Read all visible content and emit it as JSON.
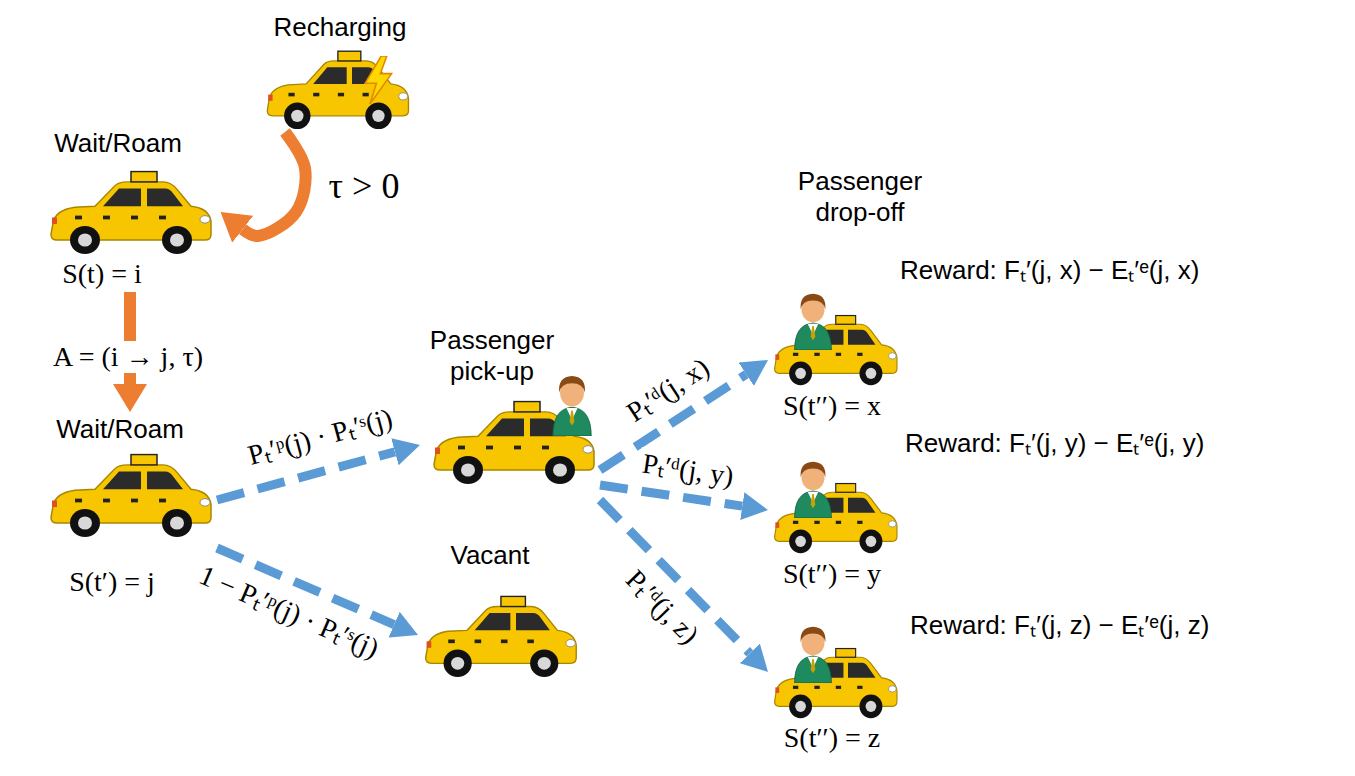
{
  "diagram": {
    "nodes": [
      {
        "text": [
          "Recharging"
        ]
      },
      {
        "text": [
          "Wait/Roam",
          "S(t) = i"
        ]
      },
      {
        "text": [
          "Wait/Roam",
          "S(t′) = j"
        ]
      },
      {
        "text": [
          "Passenger pick-up"
        ]
      },
      {
        "text": [
          "Vacant"
        ]
      },
      {
        "text": [
          "Passenger drop-off",
          "Reward: Fₜ′(j, x) − Eₜ′ᵉ(j, x)",
          "S(t′′) = x"
        ]
      },
      {
        "text": [
          "Reward: Fₜ′(j, y) − Eₜ′ᵉ(j, y)",
          "S(t′′) = y"
        ]
      },
      {
        "text": [
          "Reward: Fₜ′(j, z) − Eₜ′ᵉ(j, z)",
          "S(t′′) = z"
        ]
      }
    ],
    "edges": [
      {
        "from": 0,
        "to": 1,
        "arrow": "to",
        "label": "τ > 0"
      },
      {
        "from": 1,
        "to": 2,
        "arrow": "to",
        "label": "A = (i → j, τ)"
      },
      {
        "from": 2,
        "to": 3,
        "arrow": "to",
        "label": "Pₜ′ᵖ(j) · Pₜ′ˢ(j)"
      },
      {
        "from": 2,
        "to": 4,
        "arrow": "to",
        "label": "1 − Pₜ′ᵖ(j) · Pₜ′ˢ(j)"
      },
      {
        "from": 3,
        "to": 5,
        "arrow": "to",
        "label": "Pₜ′ᵈ(j, x)"
      },
      {
        "from": 3,
        "to": 6,
        "arrow": "to",
        "label": "Pₜ′ᵈ(j, y)"
      },
      {
        "from": 3,
        "to": 7,
        "arrow": "to",
        "label": "Pₜ′ᵈ(j, z)"
      }
    ]
  }
}
